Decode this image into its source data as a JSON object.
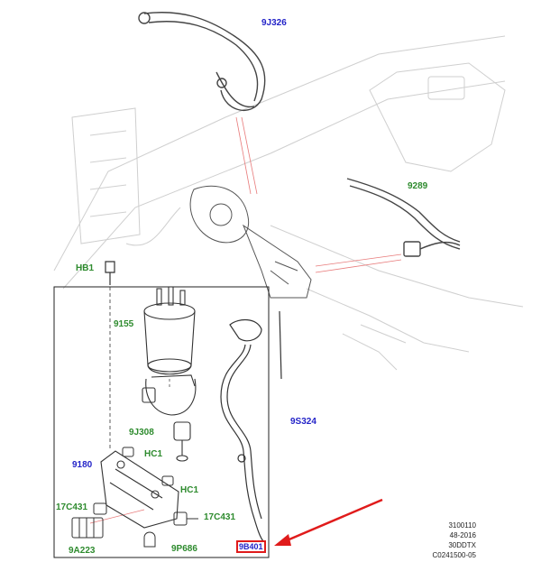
{
  "callouts": {
    "hose_upper": "9J326",
    "fuel_line": "9289",
    "bolt": "HB1",
    "filter": "9155",
    "sensor": "9J308",
    "clip_top": "HC1",
    "clip_bottom": "HC1",
    "bracket": "9180",
    "nut_left": "17C431",
    "nut_right": "17C431",
    "connector": "9A223",
    "harness_clip": "9P686",
    "hose_right": "9S324",
    "highlighted": "9B401"
  },
  "reference": {
    "line1": "3100110",
    "line2": "48-2016",
    "line3": "30DDTX",
    "line4": "C0241500-05"
  },
  "colors": {
    "part_number_green": "#2e8b2e",
    "part_number_blue": "#2323c8",
    "highlight_red": "#e01b1b"
  }
}
